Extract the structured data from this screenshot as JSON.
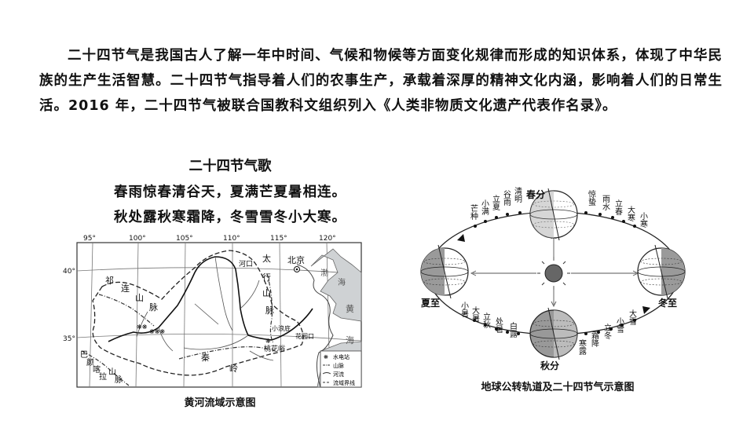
{
  "passage": {
    "paragraph": "二十四节气是我国古人了解一年中时间、气候和物候等方面变化规律而形成的知识体系，体现了中华民族的生产生活智慧。二十四节气指导着人们的农事生产，承载着深厚的精神文化内涵，影响着人们的日常生活。2016 年，二十四节气被联合国教科文组织列入《人类非物质文化遗产代表作名录》。"
  },
  "poem": {
    "title": "二十四节气歌",
    "line1": "春雨惊春清谷天，夏满芒夏暑相连。",
    "line2": "秋处露秋寒霜降，冬雪雪冬小大寒。"
  },
  "map": {
    "caption": "黄河流域示意图",
    "longitudes": [
      "95°",
      "100°",
      "105°",
      "110°",
      "115°",
      "120°"
    ],
    "latitudes": [
      "40°",
      "35°"
    ],
    "labels": {
      "qilian": [
        "祁",
        "连",
        "山",
        "脉"
      ],
      "bayan": [
        "巴",
        "颜",
        "喀",
        "拉",
        "山",
        "脉"
      ],
      "taihang": [
        "太",
        "行",
        "山",
        "脉"
      ],
      "qinling": [
        "秦",
        "岭"
      ],
      "hekou": "河口",
      "beijing": "北京",
      "huayuankou": "花园口",
      "taohuayu": "桃花峪",
      "xiaolangdi": "小浪底",
      "bohai": [
        "渤",
        "海"
      ],
      "huanghai": [
        "黄",
        "海"
      ]
    },
    "legend": {
      "hydro": "水电站",
      "mountain": "山脉",
      "river": "河流",
      "basin": "流域界线"
    }
  },
  "orbit": {
    "caption": "地球公转轨道及二十四节气示意图",
    "seasons": {
      "spring": "春分",
      "summer": "夏至",
      "autumn": "秋分",
      "winter": "冬至"
    },
    "terms_top_left": [
      "芒种",
      "小满",
      "立夏",
      "谷雨",
      "清明"
    ],
    "terms_top_right": [
      "惊蛰",
      "雨水",
      "立春",
      "大寒",
      "小寒"
    ],
    "terms_bottom_left": [
      "小暑",
      "大暑",
      "立秋",
      "处暑",
      "白露"
    ],
    "terms_bottom_right": [
      "寒露",
      "霜降",
      "立冬",
      "小雪",
      "大雪"
    ]
  }
}
